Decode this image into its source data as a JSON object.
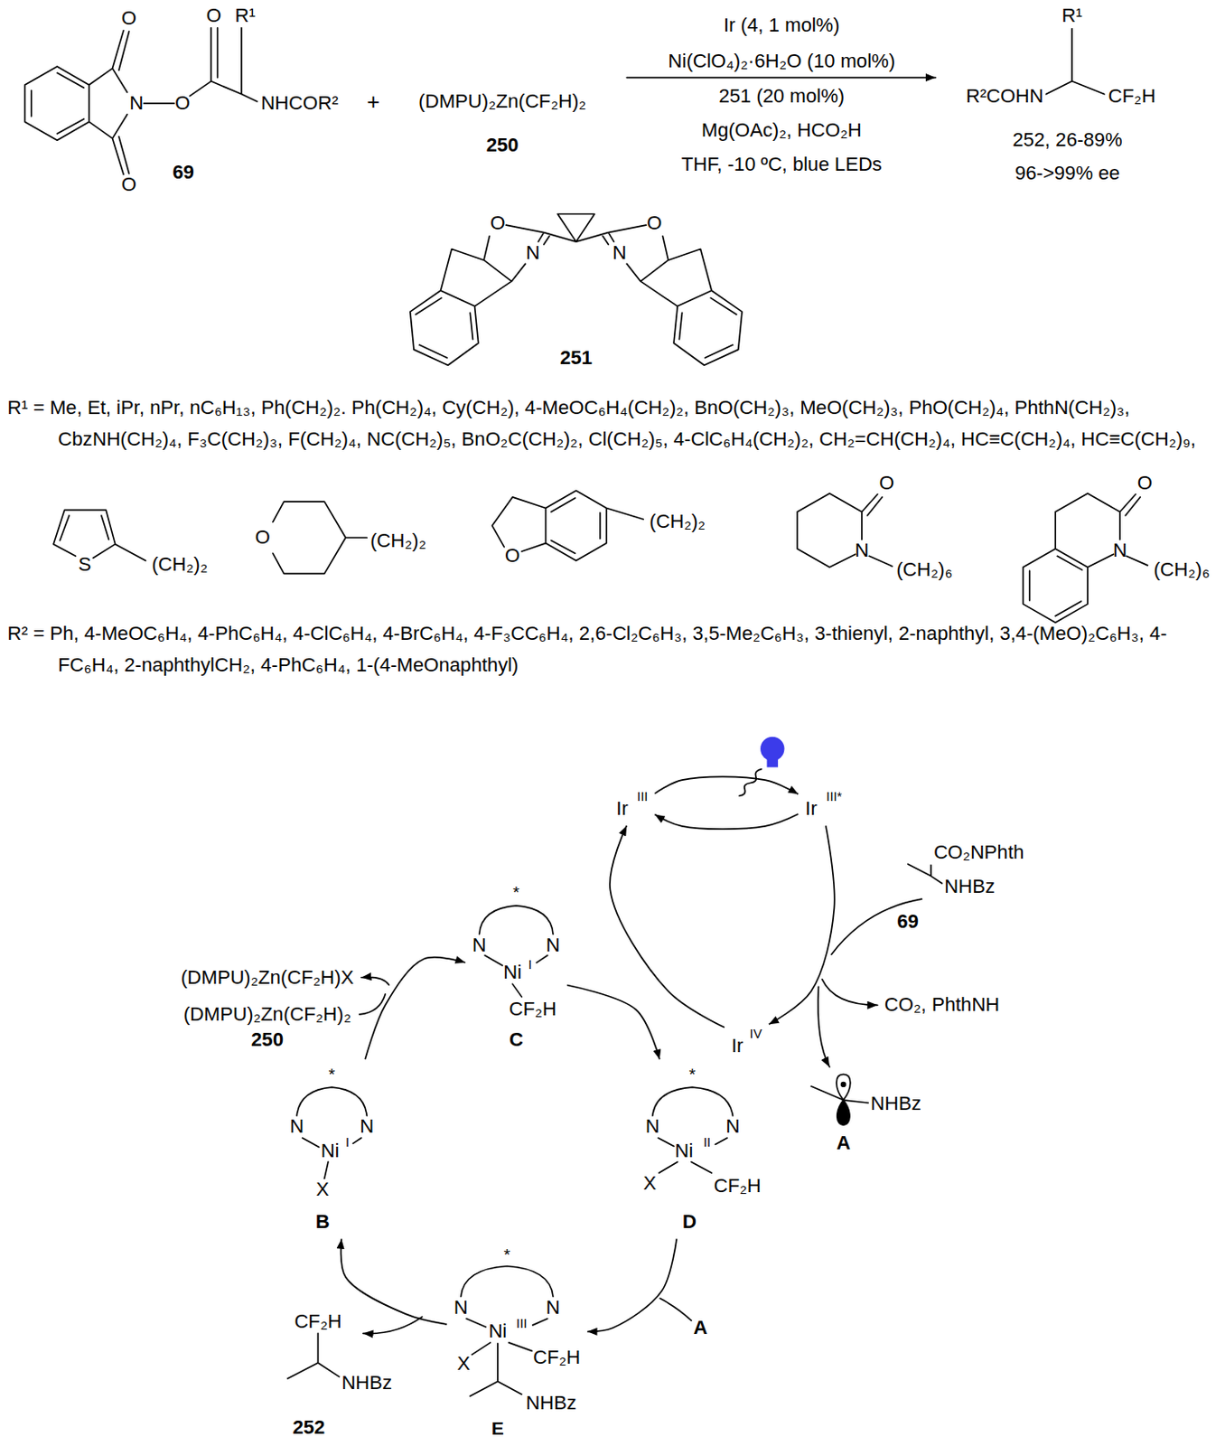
{
  "diagram": {
    "nodes": [
      {
        "text": [
          "Ir",
          "III"
        ]
      },
      {
        "text": [
          "Ir",
          "III*"
        ]
      },
      {
        "text": [
          "*",
          "N",
          "N",
          "Ni",
          "I",
          "CF₂H",
          "C"
        ]
      },
      {
        "text": [
          "Ir",
          "IV"
        ]
      },
      {
        "text": [
          "*",
          "N",
          "N",
          "Ni",
          "I",
          "X",
          "B"
        ]
      },
      {
        "text": [
          "*",
          "N",
          "N",
          "Ni",
          "II",
          "X",
          "CF₂H",
          "D"
        ]
      },
      {
        "text": [
          "*",
          "N",
          "N",
          "Ni",
          "III",
          "X",
          "CF₂H",
          "NHBz",
          "E"
        ]
      }
    ],
    "edges": [
      {
        "from": 0,
        "to": 1,
        "arrow": "to"
      },
      {
        "from": 1,
        "to": 0,
        "arrow": "to"
      },
      {
        "from": 1,
        "to": 3,
        "arrow": "to"
      },
      {
        "from": 3,
        "to": 0,
        "arrow": "to"
      },
      {
        "from": 4,
        "to": 2,
        "arrow": "to"
      },
      {
        "from": 2,
        "to": 5,
        "arrow": "to"
      },
      {
        "from": 5,
        "to": 6,
        "arrow": "to"
      },
      {
        "from": 6,
        "to": 4,
        "arrow": "to"
      }
    ],
    "labels": [
      "O",
      "O",
      "R¹",
      "N",
      "O",
      "NHCOR²",
      "O",
      "69",
      "+",
      "(DMPU)₂Zn(CF₂H)₂",
      "250",
      "Ir (4, 1 mol%)",
      "Ni(ClO₄)₂·6H₂O (10 mol%)",
      "251 (20 mol%)",
      "Mg(OAc)₂, HCO₂H",
      "THF, -10 ºC, blue LEDs",
      "R¹",
      "R²COHN",
      "CF₂H",
      "252, 26-89%",
      "96->99% ee",
      "O",
      "N",
      "O",
      "N",
      "251",
      "R¹ = Me, Et, iPr, nPr, nC₆H₁₃, Ph(CH₂)₂. Ph(CH₂)₄, Cy(CH₂), 4-MeOC₆H₄(CH₂)₂, BnO(CH₂)₃, MeO(CH₂)₃, PhO(CH₂)₄, PhthN(CH₂)₃, CbzNH(CH₂)₄, F₃C(CH₂)₃, F(CH₂)₄, NC(CH₂)₅, BnO₂C(CH₂)₂, Cl(CH₂)₅, 4-ClC₆H₄(CH₂)₂, CH₂=CH(CH₂)₄, HC≡C(CH₂)₄, HC≡C(CH₂)₉,",
      "S",
      "(CH₂)₂",
      "O",
      "(CH₂)₂",
      "O",
      "(CH₂)₂",
      "O",
      "N",
      "(CH₂)₆",
      "O",
      "N",
      "(CH₂)₆",
      "R² = Ph, 4-MeOC₆H₄, 4-PhC₆H₄, 4-ClC₆H₄, 4-BrC₆H₄, 4-F₃CC₆H₄, 2,6-Cl₂C₆H₃, 3,5-Me₂C₆H₃, 3-thienyl, 2-naphthyl, 3,4-(MeO)₂C₆H₃, 4-FC₆H₄, 2-naphthylCH₂, 4-PhC₆H₄, 1-(4-MeOnaphthyl)",
      "CO₂NPhth",
      "NHBz",
      "69",
      "CO₂, PhthNH",
      "NHBz",
      "A",
      "(DMPU)₂Zn(CF₂H)X",
      "(DMPU)₂Zn(CF₂H)₂",
      "250",
      "A",
      "CF₂H",
      "NHBz",
      "252"
    ]
  }
}
